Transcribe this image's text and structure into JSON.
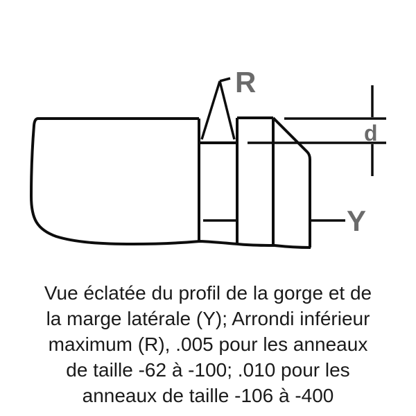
{
  "figure": {
    "labels": {
      "radius": "R",
      "depth": "d",
      "margin": "Y"
    },
    "caption": {
      "lines": [
        "Vue éclatée du profil de la gorge et de",
        "la marge latérale (Y); Arrondi inférieur",
        "maximum (R), .005 pour les anneaux",
        "de taille -62 à -100; .010 pour les",
        "anneaux de taille -106 à -400"
      ]
    },
    "colors": {
      "line": "#0d0d0d",
      "label": "#6b6b6b",
      "background": "#ffffff",
      "caption_text": "#1a1a1a"
    }
  }
}
